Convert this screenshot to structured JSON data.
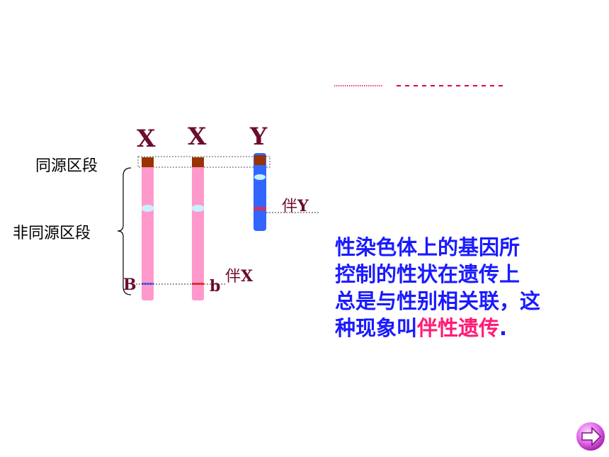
{
  "chromosomes": [
    {
      "label": "X"
    },
    {
      "label": "X"
    },
    {
      "label": "Y"
    }
  ],
  "regions": {
    "homologous": "同源区段",
    "non_homologous": "非同源区段"
  },
  "genes": {
    "allele_1": "B",
    "allele_2": "b"
  },
  "traits": {
    "x_linked_prefix": "伴",
    "x_linked_letter": "X",
    "y_linked_prefix": "伴",
    "y_linked_letter": "Y"
  },
  "explanation": {
    "line1": "性染色体上的基因所",
    "line2": "控制的性状在遗传上",
    "line3": "总是与性别相关联，这",
    "line4_prefix": "种现象叫",
    "line4_highlight": "伴性遗传",
    "line4_suffix": "."
  },
  "colors": {
    "x_chromosome": "#ff99cc",
    "y_chromosome": "#3366ff",
    "centromere": "#c8f0ff",
    "homologous_cap": "#993300",
    "label": "#6b0d2e",
    "explanation": "#1a1aff",
    "highlight": "#ff1a75",
    "dashes": "#e0004d"
  },
  "nav": {
    "next_icon": "right-arrow-icon"
  }
}
